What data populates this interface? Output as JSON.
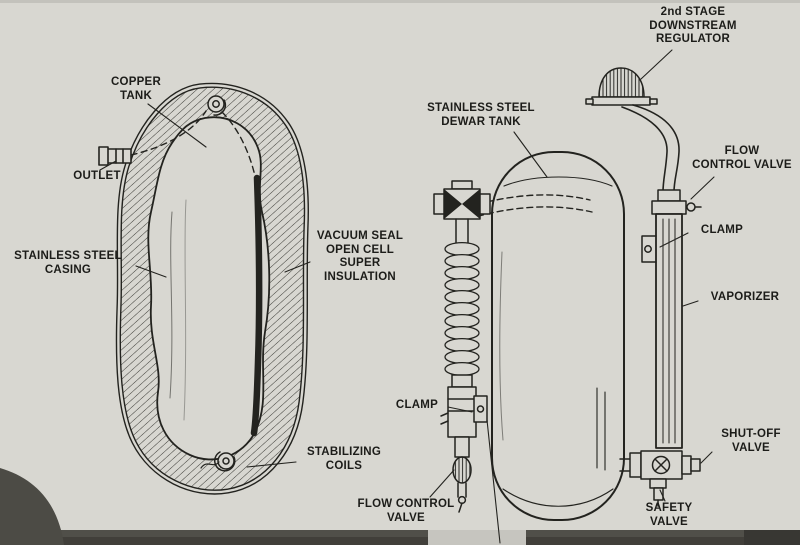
{
  "colors": {
    "paper": "#d8d7d1",
    "ink": "#23231f",
    "label_text": "#1c1c19",
    "scan_band": "#504f49"
  },
  "cross_section": {
    "labels": {
      "copper_tank": "COPPER\nTANK",
      "outlet": "OUTLET",
      "stainless_steel_casing": "STAINLESS STEEL\nCASING",
      "vacuum_seal_insulation": "VACUUM SEAL\nOPEN CELL\nSUPER\nINSULATION",
      "stabilizing_coils": "STABILIZING\nCOILS"
    }
  },
  "assembly": {
    "labels": {
      "second_stage_regulator": "2nd STAGE\nDOWNSTREAM\nREGULATOR",
      "stainless_steel_dewar_tank": "STAINLESS STEEL\nDEWAR TANK",
      "flow_control_valve_upper": "FLOW\nCONTROL VALVE",
      "clamp_upper": "CLAMP",
      "vaporizer": "VAPORIZER",
      "shut_off_valve": "SHUT-OFF\nVALVE",
      "safety_valve": "SAFETY\nVALVE",
      "clamp_lower": "CLAMP",
      "flow_control_valve_lower": "FLOW CONTROL\nVALVE"
    }
  }
}
